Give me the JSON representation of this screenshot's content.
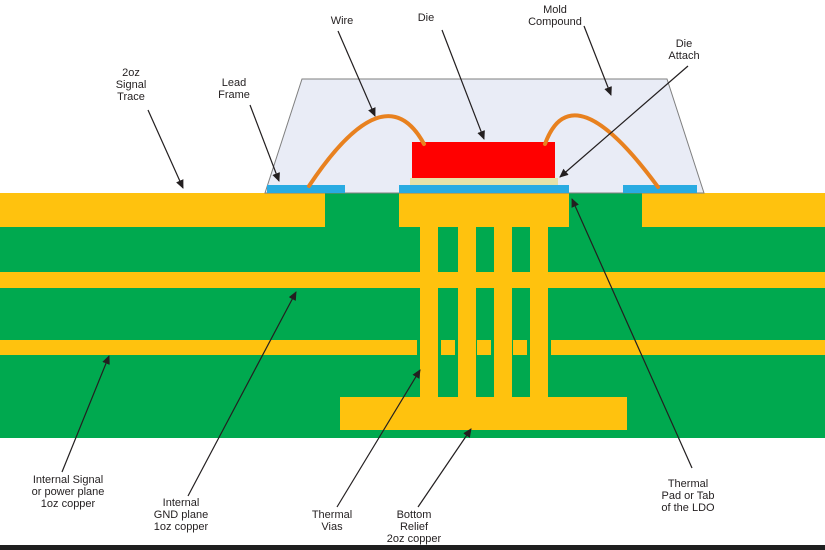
{
  "diagram": {
    "labels": {
      "wire": "Wire",
      "die": "Die",
      "mold_compound": "Mold\nCompound",
      "die_attach": "Die\nAttach",
      "lead_frame": "Lead\nFrame",
      "signal_trace": "2oz\nSignal\nTrace",
      "internal_signal": "Internal Signal\nor power plane\n1oz copper",
      "internal_gnd": "Internal\nGND plane\n1oz copper",
      "thermal_vias": "Thermal\nVias",
      "bottom_relief": "Bottom\nRelief\n2oz copper",
      "thermal_pad": "Thermal\nPad or Tab\nof the LDO"
    },
    "via_count": 4,
    "colors": {
      "copper": "#FFC20E",
      "board": "#00A94F",
      "lead_frame": "#29ABE2",
      "die": "#FF0000",
      "die_attach": "#E6E2A9",
      "mold": "#E9ECF6",
      "wire": "#E8811F",
      "outline": "#7F7F7F",
      "text": "#231F20",
      "footer_bar": "#1F1F1F"
    }
  }
}
